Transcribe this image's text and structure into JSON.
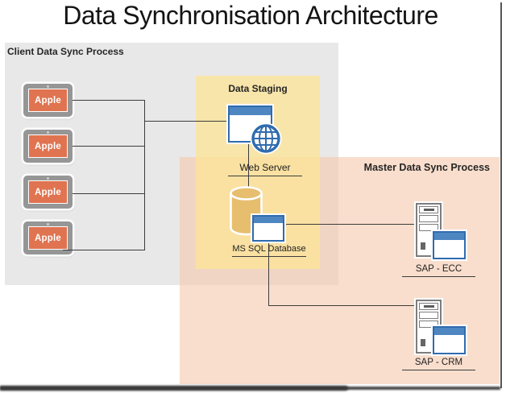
{
  "title": "Data Synchronisation Architecture",
  "regions": {
    "client": {
      "label": "Client Data Sync Process"
    },
    "staging": {
      "label": "Data Staging"
    },
    "master": {
      "label": "Master Data Sync Process"
    }
  },
  "devices": [
    {
      "label": "Apple"
    },
    {
      "label": "Apple"
    },
    {
      "label": "Apple"
    },
    {
      "label": "Apple"
    }
  ],
  "nodes": {
    "web_server": {
      "label": "Web Server"
    },
    "ms_sql": {
      "label": "MS SQL Database"
    },
    "sap_ecc": {
      "label": "SAP - ECC"
    },
    "sap_crm": {
      "label": "SAP - CRM"
    }
  },
  "colors": {
    "client_region_bg": "#e9e8e8",
    "staging_region_bg": "#f9e6b2",
    "master_region_bg": "#fbe3d4",
    "device_screen": "#e07350",
    "device_frame": "#969696",
    "window_titlebar_blue": "#4e86c2",
    "window_border_blue": "#306cae",
    "database_fill": "#e6be6e",
    "server_outline": "#7d7d7d",
    "connector": "#3c3c3c"
  }
}
